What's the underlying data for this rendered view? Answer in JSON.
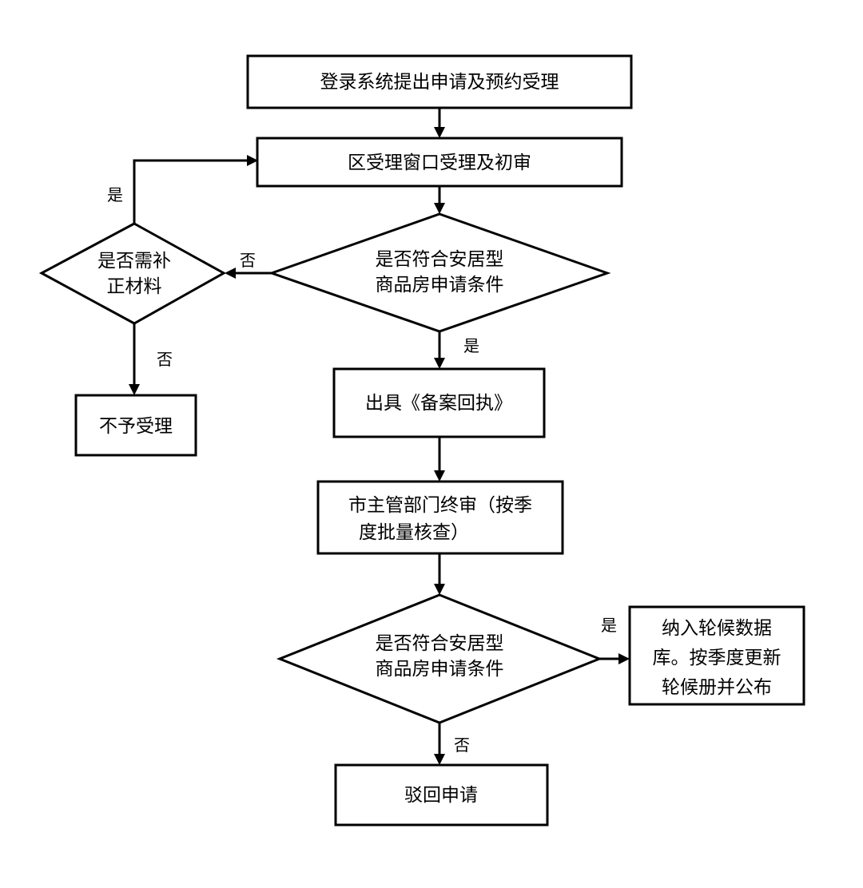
{
  "nodes": {
    "login": {
      "lines": [
        "登录系统提出申请及预约受理"
      ]
    },
    "district": {
      "lines": [
        "区受理窗口受理及初审"
      ]
    },
    "check1": {
      "lines": [
        "是否符合安居型",
        "商品房申请条件"
      ]
    },
    "need_fix": {
      "lines": [
        "是否需补",
        "正材料"
      ]
    },
    "reject_accept": {
      "lines": [
        "不予受理"
      ]
    },
    "receipt": {
      "lines": [
        "出具《备案回执》"
      ]
    },
    "city_review": {
      "lines": [
        "市主管部门终审（按季",
        "度批量核查）"
      ]
    },
    "check2": {
      "lines": [
        "是否符合安居型",
        "商品房申请条件"
      ]
    },
    "database": {
      "lines": [
        "纳入轮候数据",
        "库。按季度更新",
        "轮候册并公布"
      ]
    },
    "reject_apply": {
      "lines": [
        "驳回申请"
      ]
    }
  },
  "edges": {
    "fix_yes": "是",
    "check1_no": "否",
    "fix_no": "否",
    "check1_yes": "是",
    "check2_yes": "是",
    "check2_no": "否"
  },
  "colors": {
    "stroke": "#000000",
    "background": "#ffffff"
  }
}
